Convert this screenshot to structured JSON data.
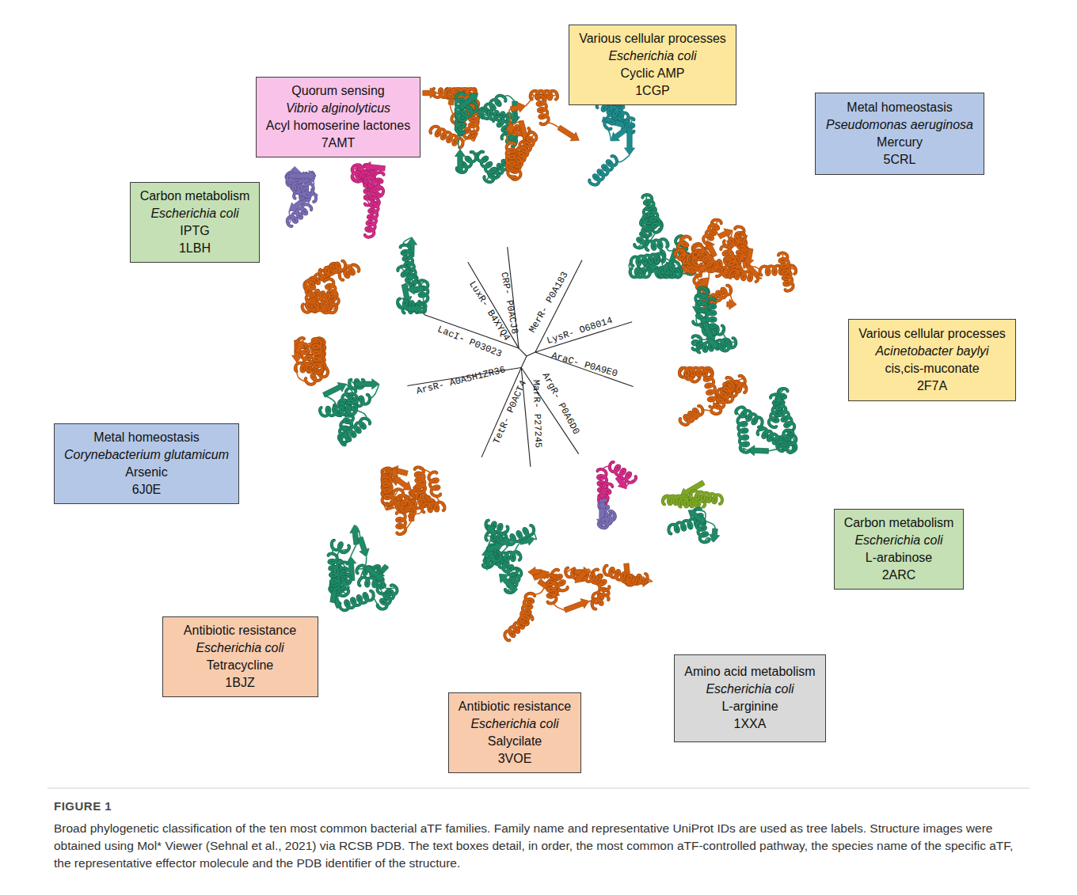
{
  "diagram": {
    "title": "FIGURE 1",
    "caption": "Broad phylogenetic classification of the ten most common bacterial aTF families. Family name and representative UniProt IDs are used as tree labels. Structure images were obtained using Mol* Viewer (Sehnal et al., 2021) via RCSB PDB. The text boxes detail, in order, the most common aTF-controlled pathway, the species name of the specific aTF, the representative effector molecule and the PDB identifier of the structure.",
    "nodes": [
      {
        "text": [
          "Quorum sensing",
          "Vibrio alginolyticus",
          "Acyl homoserine lactones",
          "7AMT"
        ]
      },
      {
        "text": [
          "Various cellular processes",
          "Escherichia coli",
          "Cyclic AMP",
          "1CGP"
        ]
      },
      {
        "text": [
          "Metal homeostasis",
          "Pseudomonas aeruginosa",
          "Mercury",
          "5CRL"
        ]
      },
      {
        "text": [
          "Various cellular processes",
          "Acinetobacter baylyi",
          "cis,cis-muconate",
          "2F7A"
        ]
      },
      {
        "text": [
          "Carbon metabolism",
          "Escherichia coli",
          "L-arabinose",
          "2ARC"
        ]
      },
      {
        "text": [
          "Amino acid metabolism",
          "Escherichia coli",
          "L-arginine",
          "1XXA"
        ]
      },
      {
        "text": [
          "Antibiotic resistance",
          "Escherichia coli",
          "Salycilate",
          "3VOE"
        ]
      },
      {
        "text": [
          "Antibiotic resistance",
          "Escherichia coli",
          "Tetracycline",
          "1BJZ"
        ]
      },
      {
        "text": [
          "Metal homeostasis",
          "Corynebacterium glutamicum",
          "Arsenic",
          "6J0E"
        ]
      },
      {
        "text": [
          "Carbon metabolism",
          "Escherichia coli",
          "IPTG",
          "1LBH"
        ]
      }
    ],
    "labels": [
      "LuxR- B4XYQ4",
      "CRP- P0ACJ8",
      "MerR- P0A183",
      "LysR- O68014",
      "AraC- P0A9E0",
      "ArgR- P0A6D0",
      "MarR- P27245",
      "TetR- P0ACT4",
      "ArsR- A0A5H1ZR36",
      "LacI- P03023"
    ]
  }
}
